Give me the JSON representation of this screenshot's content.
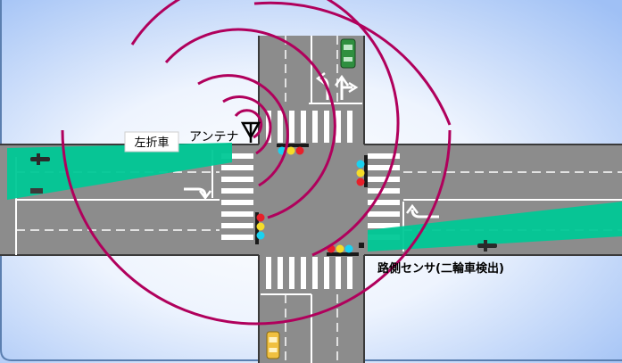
{
  "labels": {
    "left_turn_car": "左折車",
    "antenna": "アンテナ",
    "roadside_sensor": "路側センサ(二輪車検出)"
  },
  "colors": {
    "background_center": "#ffffff",
    "background_edge": "#9fc0f5",
    "frame_border": "#5b7fb0",
    "road": "#8c8c8c",
    "road_edge": "#3a3a3a",
    "lane_mark": "#ffffff",
    "sensor_beam": "#00c896",
    "radio_wave": "#b0005c",
    "car_green": "#2f8f3f",
    "car_yellow": "#f0c040",
    "signal_red": "#e8202a",
    "signal_yellow": "#f5dc28",
    "signal_blue": "#19d2f0"
  },
  "icons": [
    "antenna-icon",
    "traffic-signal-icon",
    "car-icon",
    "motorcycle-icon",
    "lane-arrow-icon"
  ]
}
